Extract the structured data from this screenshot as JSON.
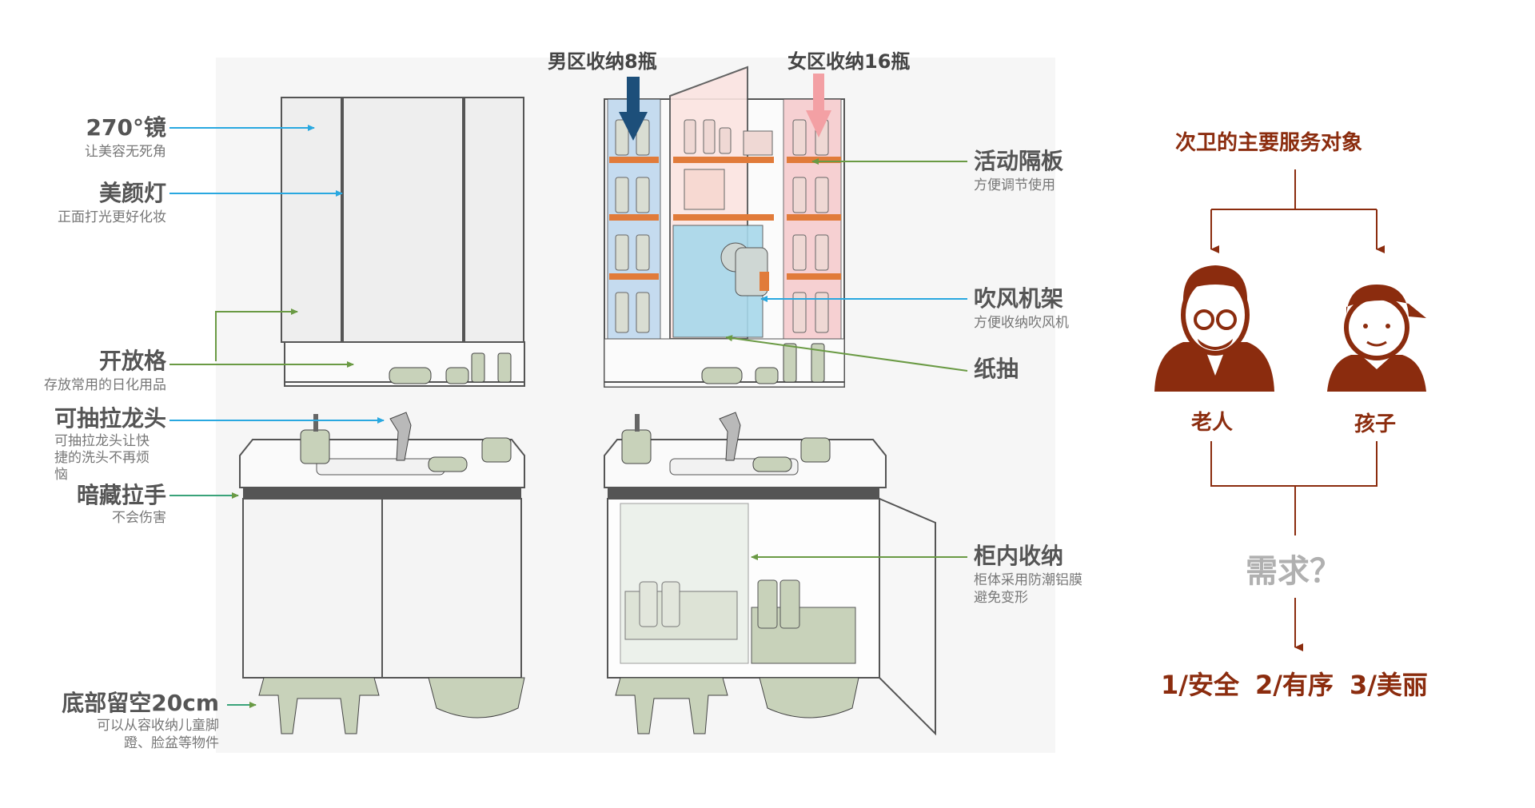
{
  "left_labels": {
    "mirror": {
      "title": "270°镜",
      "desc": "让美容无死角"
    },
    "light": {
      "title": "美颜灯",
      "desc": "正面打光更好化妆"
    },
    "open_shelf": {
      "title": "开放格",
      "desc": "存放常用的日化用品"
    },
    "faucet": {
      "title": "可抽拉龙头",
      "desc1": "可抽拉龙头让快",
      "desc2": "捷的洗头不再烦",
      "desc3": "恼"
    },
    "handle": {
      "title": "暗藏拉手",
      "desc": "不会伤害"
    },
    "bottom": {
      "title": "底部留空20cm",
      "desc1": "可以从容收纳儿童脚",
      "desc2": "蹬、脸盆等物件"
    }
  },
  "top_labels": {
    "men": "男区收纳8瓶",
    "women": "女区收纳16瓶"
  },
  "right_labels": {
    "shelf": {
      "title": "活动隔板",
      "desc": "方便调节使用"
    },
    "dryer": {
      "title": "吹风机架",
      "desc": "方便收纳吹风机"
    },
    "tissue": {
      "title": "纸抽"
    },
    "cabinet": {
      "title": "柜内收纳",
      "desc1": "柜体采用防潮铝膜",
      "desc2": "避免变形"
    }
  },
  "flowchart": {
    "title": "次卫的主要服务对象",
    "person_left": "老人",
    "person_right": "孩子",
    "needs": "需求？",
    "answers": [
      "1/安全",
      "2/有序",
      "3/美丽"
    ]
  },
  "colors": {
    "brown": "#8b2c0e",
    "blue_arrow": "#29a8e0",
    "green_arrow": "#6a9a44",
    "navy": "#1d4f7a",
    "pink": "#f3a0a4"
  }
}
